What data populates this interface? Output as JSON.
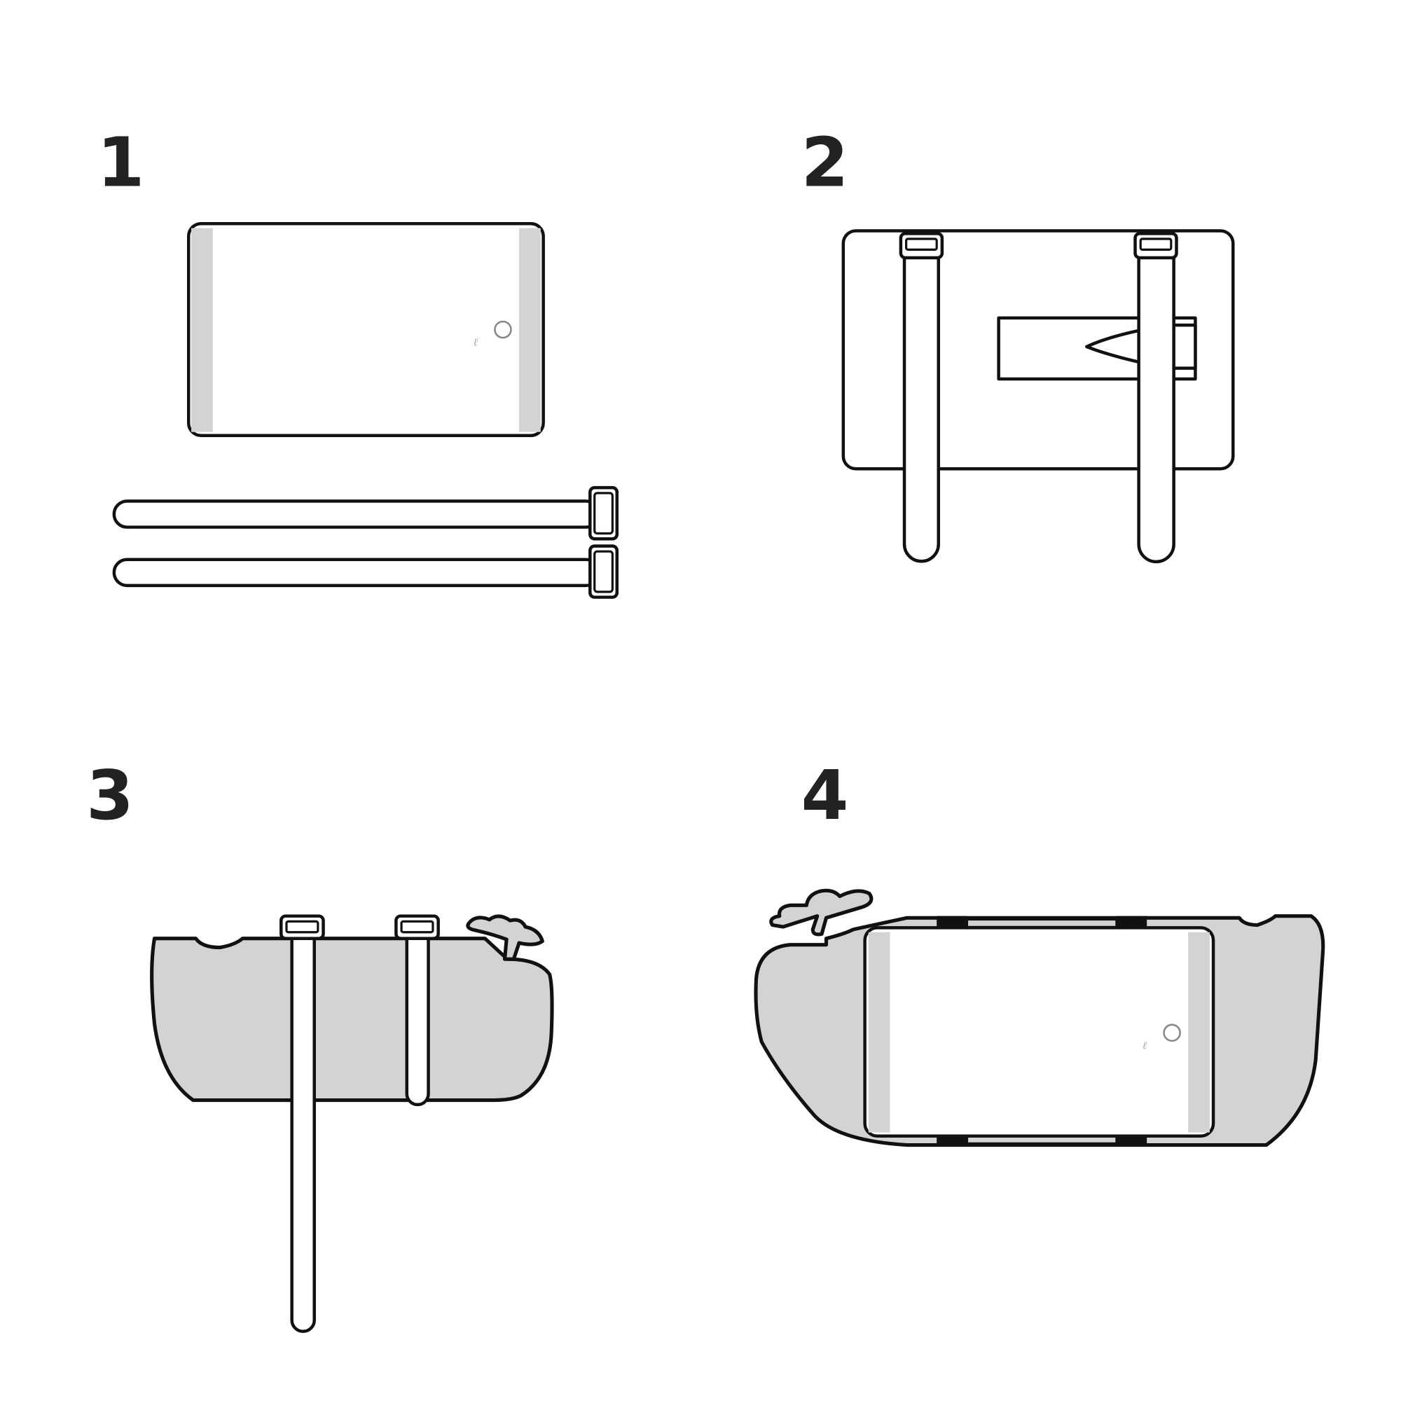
{
  "steps": [
    {
      "number": "1"
    },
    {
      "number": "2"
    },
    {
      "number": "3"
    },
    {
      "number": "4"
    }
  ],
  "colors": {
    "line": "#111111",
    "fill_grey": "#d3d3d3",
    "background": "#ffffff"
  }
}
